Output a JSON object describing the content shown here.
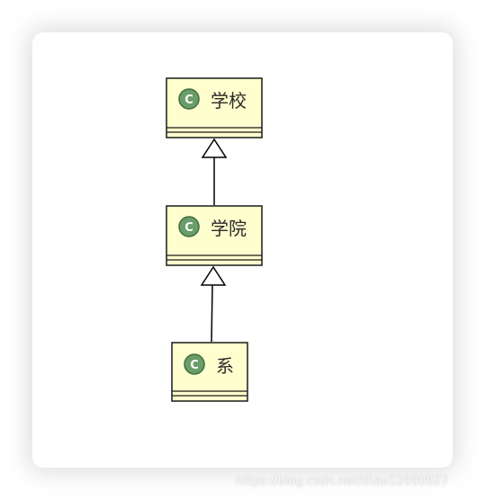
{
  "diagram": {
    "classes": [
      {
        "id": "school",
        "name": "学校",
        "stereotype_letter": "C"
      },
      {
        "id": "college",
        "name": "学院",
        "stereotype_letter": "C"
      },
      {
        "id": "department",
        "name": "系",
        "stereotype_letter": "C"
      }
    ],
    "relations": [
      {
        "type": "generalization",
        "from": "college",
        "to": "school"
      },
      {
        "type": "generalization",
        "from": "department",
        "to": "college"
      }
    ]
  },
  "colors": {
    "class_fill": "#fefece",
    "class_border": "#1a1a1a",
    "icon_fill": "#6a9d6a",
    "icon_border": "#3f6e3f"
  },
  "watermark": "https://blog.csdn.net/zhao12990927"
}
